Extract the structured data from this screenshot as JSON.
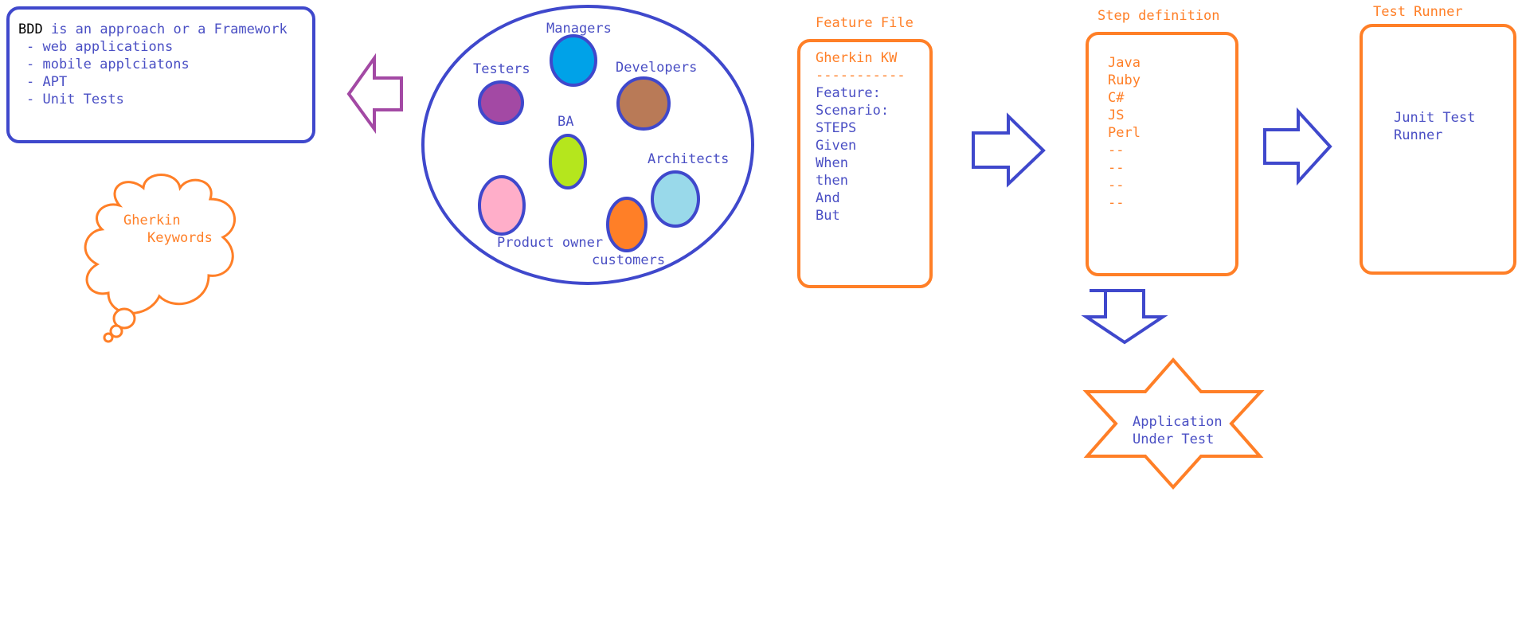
{
  "colors": {
    "blue": "#3f48cc",
    "blue_text": "#4a4fc4",
    "orange": "#ff7f27",
    "purple": "#a349a4"
  },
  "bdd_box": {
    "keyword": "BDD",
    "rest": " is an approach or a Framework",
    "items": [
      "- web applications",
      "- mobile applciatons",
      "- APT",
      "- Unit Tests"
    ]
  },
  "cloud": {
    "line1": "Gherkin",
    "line2": "Keywords"
  },
  "roles_group": {
    "roles": [
      {
        "label": "Managers",
        "color": "#00a2e8"
      },
      {
        "label": "Testers",
        "color": "#a349a4"
      },
      {
        "label": "Developers",
        "color": "#b97a57"
      },
      {
        "label": "BA",
        "color": "#b5e61d"
      },
      {
        "label": "Architects",
        "color": "#99d9ea"
      },
      {
        "label": "Product owner",
        "color": "#ffaec9"
      },
      {
        "label": "customers",
        "color": "#ff7f27"
      }
    ]
  },
  "feature_file": {
    "title": "Feature File",
    "header": "Gherkin KW",
    "separator": "-----------",
    "lines": [
      "Feature:",
      "Scenario:",
      "STEPS",
      "Given",
      "When",
      "then",
      "And",
      "But"
    ]
  },
  "step_definition": {
    "title": "Step definition",
    "lines": [
      "Java",
      "Ruby",
      "C#",
      "JS",
      "Perl",
      "--",
      "--",
      "--",
      "--"
    ]
  },
  "test_runner": {
    "title": "Test Runner",
    "line1": "Junit Test",
    "line2": "Runner"
  },
  "application": {
    "line1": "Application",
    "line2": "Under Test"
  }
}
